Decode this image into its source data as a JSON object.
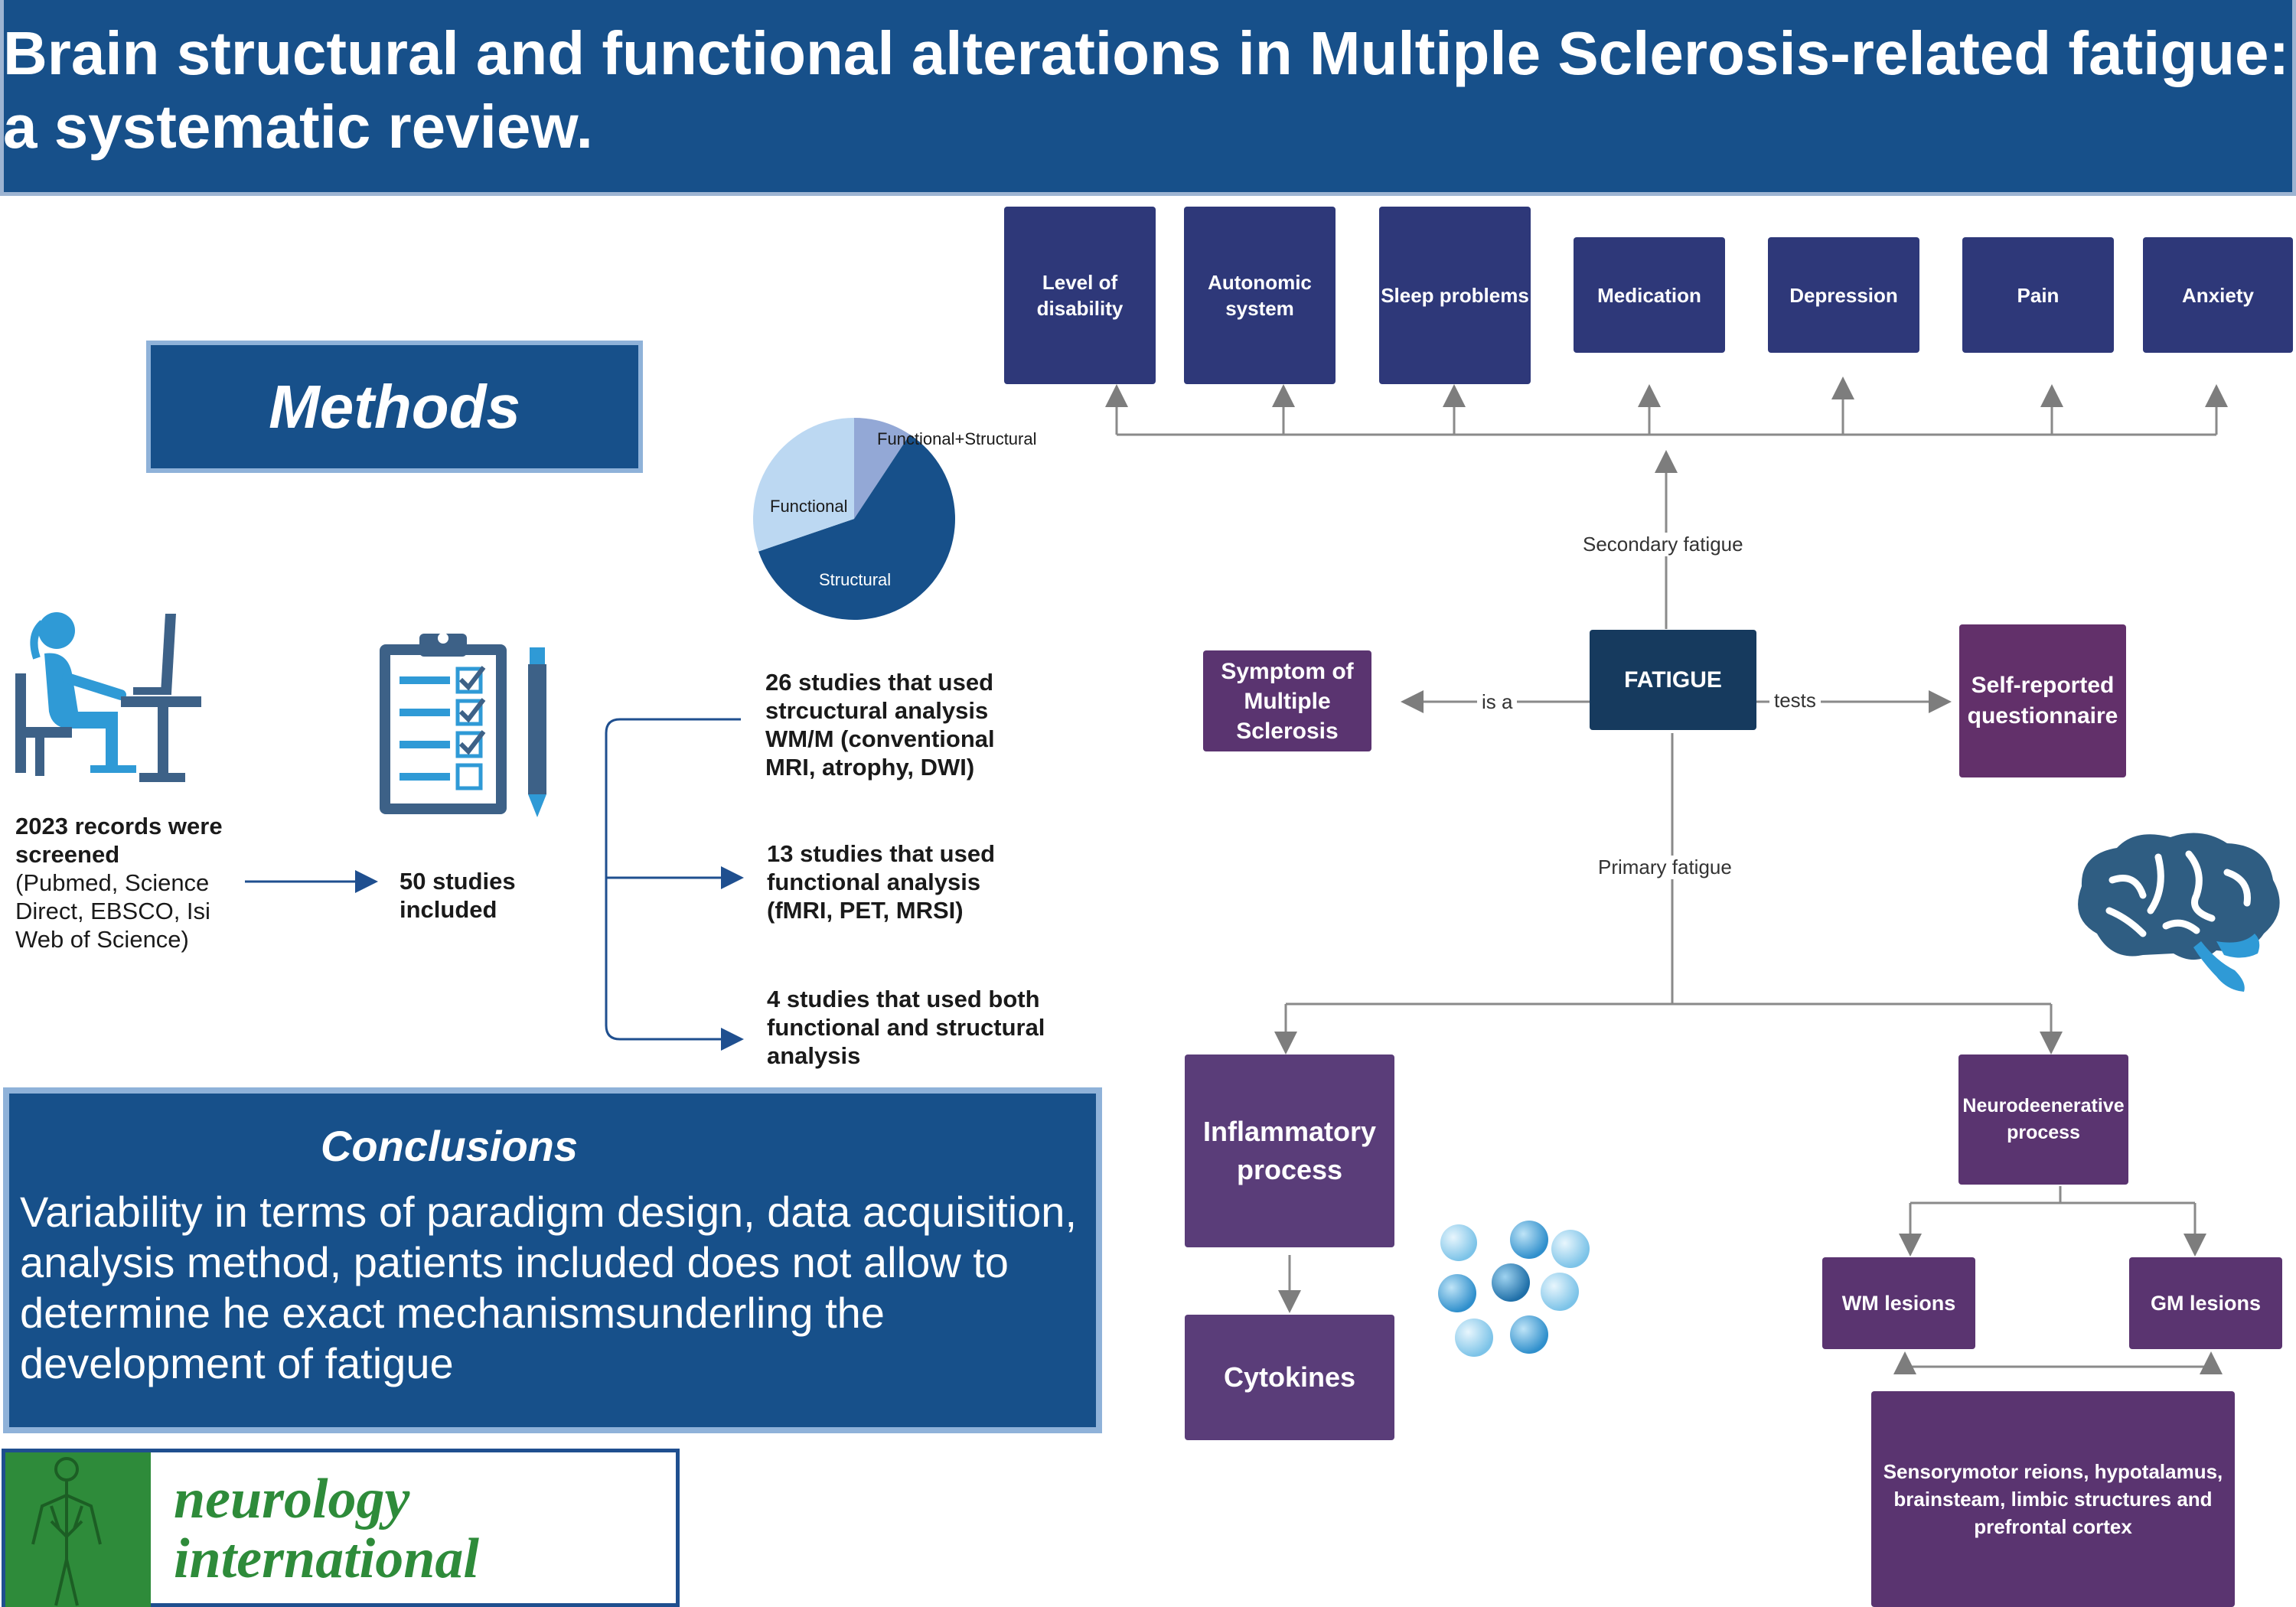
{
  "header": {
    "title": "Brain structural and functional alterations in Multiple Sclerosis-related fatigue: a systematic review."
  },
  "methods": {
    "label": "Methods",
    "records": {
      "count": "2023 records were screened",
      "sources": "(Pubmed, Science Direct,  EBSCO, Isi Web of Science)"
    },
    "included": "50 studies included",
    "branches": [
      {
        "text": "26 studies that used strcuctural analysis WM/M (conventional MRI, atrophy, DWI)"
      },
      {
        "text": "13 studies that used functional analysis (fMRI, PET, MRSI)"
      },
      {
        "text": "4 studies that used both functional and structural analysis"
      }
    ]
  },
  "chart_data": {
    "type": "pie",
    "categories": [
      "Structural",
      "Functional",
      "Functional+Structural"
    ],
    "values": [
      26,
      13,
      4
    ],
    "colors": [
      "#17508a",
      "#bcd8f2",
      "#93a8d6"
    ]
  },
  "conclusions": {
    "title": "Conclusions",
    "text": "Variability in terms of paradigm design, data acquisition, analysis method, patients included does not allow to determine he exact mechanismsunderling the development of fatigue"
  },
  "journal": {
    "line1": "neurology",
    "line2": "international"
  },
  "diagram": {
    "factors": [
      "Level of disability",
      "Autonomic system",
      "Sleep problems",
      "Medication",
      "Depression",
      "Pain",
      "Anxiety"
    ],
    "secondary_label": "Secondary fatigue",
    "primary_label": "Primary fatigue",
    "center": "FATIGUE",
    "is_a_label": "is a",
    "tests_label": "tests",
    "symptom": "Symptom of Multiple Sclerosis",
    "questionnaire": "Self-reported questionnaire",
    "inflammatory": "Inflammatory process",
    "cytokines": "Cytokines",
    "neurodegenerative": "Neurodeenerative process",
    "wm_lesions": "WM lesions",
    "gm_lesions": "GM lesions",
    "regions": "Sensorymotor reions, hypotalamus, brainsteam, limbic structures and prefrontal cortex"
  },
  "colors": {
    "header": "#17508a",
    "factor": "#2e3879",
    "process": "#5a3d79",
    "fatigue": "#163a5e",
    "line": "#8a8a8a"
  }
}
